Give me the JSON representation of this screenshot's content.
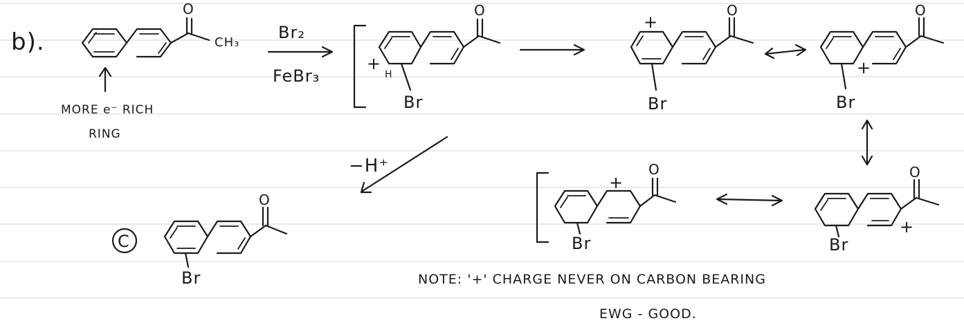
{
  "part_label": "b).",
  "methyl_group": "CH₃",
  "carbonyl_atom": "O",
  "reagent_top": "Br₂",
  "reagent_bottom": "FeBr₃",
  "substituent_label": "Br",
  "positive_charge": "+",
  "hydrogen": "H",
  "arrow_note_line1": "MORE e⁻ RICH",
  "arrow_note_line2": "RING",
  "deprotonation": "−H⁺",
  "answer_label": "C",
  "note_line1": "NOTE: '+' CHARGE NEVER ON CARBON BEARING",
  "note_line2": "EWG - GOOD."
}
